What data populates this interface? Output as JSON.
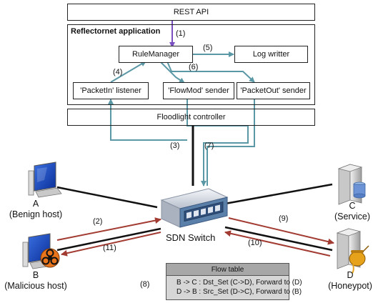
{
  "rest_api": "REST API",
  "app_title": "Reflectornet application",
  "modules": {
    "rule_manager": "RuleManager",
    "log_writer": "Log writter",
    "packetin_listener": "'PacketIn' listener",
    "flowmod_sender": "'FlowMod' sender",
    "packetout_sender": "'PacketOut' sender"
  },
  "controller": "Floodlight controller",
  "switch_label": "SDN Switch",
  "hosts": {
    "a": {
      "letter": "A",
      "role": "(Benign host)"
    },
    "b": {
      "letter": "B",
      "role": "(Malicious host)"
    },
    "c": {
      "letter": "C",
      "role": "(Service)"
    },
    "d": {
      "letter": "D",
      "role": "(Honeypot)"
    }
  },
  "steps": {
    "s1": "(1)",
    "s2": "(2)",
    "s3": "(3)",
    "s4": "(4)",
    "s5": "(5)",
    "s6": "(6)",
    "s7": "(7)",
    "s8": "(8)",
    "s9": "(9)",
    "s10": "(10)",
    "s11": "(11)"
  },
  "flow_table": {
    "title": "Flow table",
    "rules": [
      "B -> C : Dst_Set (C->D), Forward to (D)",
      "D -> B : Src_Set (D->C), Forward to (B)"
    ]
  },
  "colors": {
    "teal": "#5b98a6",
    "red": "#a23b32",
    "purple": "#7b4fbf",
    "black": "#111111",
    "table_header": "#a7a7a7",
    "table_body": "#d6d6d6"
  }
}
